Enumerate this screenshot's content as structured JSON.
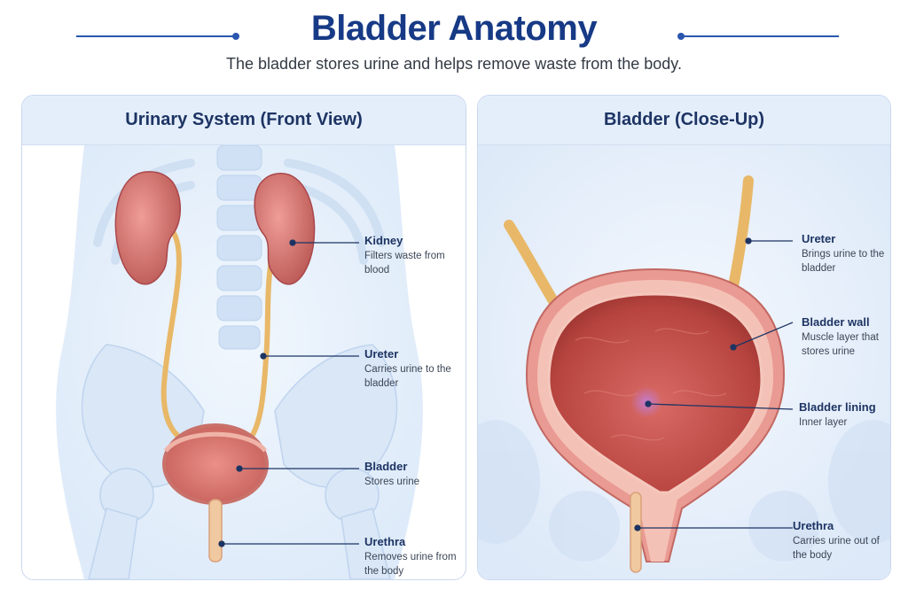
{
  "header": {
    "title": "Bladder Anatomy",
    "subtitle": "The bladder stores urine and helps remove waste from the body."
  },
  "colors": {
    "title": "#173a86",
    "accent_line": "#2a56b0",
    "panel_header_bg": "#e4eefb",
    "organ_pink": "#e48a86",
    "organ_dark": "#b3504e",
    "ureter": "#f2c77a",
    "bone": "#d9e7f7"
  },
  "left_panel": {
    "title": "Urinary System (Front View)",
    "labels": [
      {
        "title": "Kidney",
        "desc": "Filters waste from blood"
      },
      {
        "title": "Ureter",
        "desc": "Carries urine to the bladder"
      },
      {
        "title": "Bladder",
        "desc": "Stores urine"
      },
      {
        "title": "Urethra",
        "desc": "Removes urine from the body"
      }
    ]
  },
  "right_panel": {
    "title": "Bladder (Close-Up)",
    "labels": [
      {
        "title": "Ureter",
        "desc": "Brings urine to the bladder"
      },
      {
        "title": "Bladder wall",
        "desc": "Muscle layer that stores urine"
      },
      {
        "title": "Bladder lining",
        "desc": "Inner layer"
      },
      {
        "title": "Urethra",
        "desc": "Carries urine out of the body"
      }
    ]
  }
}
